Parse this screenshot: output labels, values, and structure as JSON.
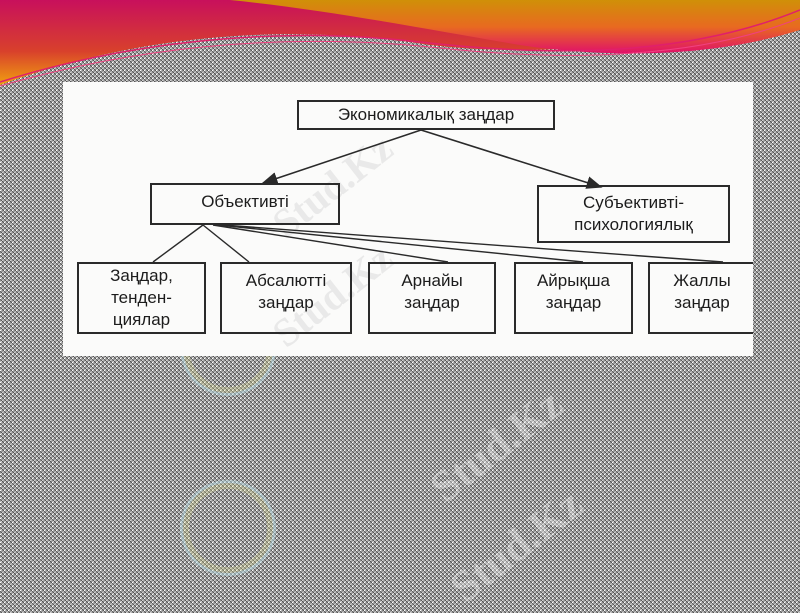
{
  "slide": {
    "background": "textured-gray",
    "ribbon_colors": {
      "magenta": "#e0106a",
      "orange": "#e8861a",
      "gold": "#d4a017"
    },
    "watermark_text": "Stud.Kz"
  },
  "diagram": {
    "root": {
      "label": "Экономикалық заңдар"
    },
    "level1": [
      {
        "label": "Объективті"
      },
      {
        "label_line1": "Субъективті-",
        "label_line2": "психологиялық"
      }
    ],
    "level2": [
      {
        "line1": "Заңдар,",
        "line2": "тенден-",
        "line3": "циялар"
      },
      {
        "line1": "Абсалютті",
        "line2": "заңдар"
      },
      {
        "line1": "Арнайы",
        "line2": "заңдар"
      },
      {
        "line1": "Айрықша",
        "line2": "заңдар"
      },
      {
        "line1": "Жаллы",
        "line2": "заңдар"
      }
    ]
  }
}
